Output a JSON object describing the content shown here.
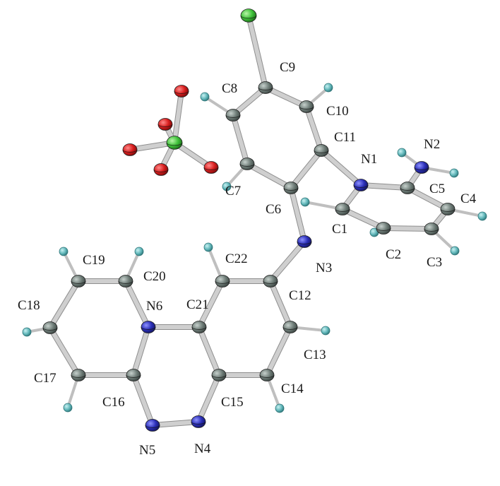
{
  "colors": {
    "carbon": "#6f7d78",
    "nitrogen": "#2b2fb8",
    "oxygen": "#d81e1e",
    "chlorine": "#3fc23a",
    "hydrogen": "#5fb5b8",
    "bond": "#cfcfcf"
  },
  "atoms": [
    {
      "id": "C1",
      "label": "C1",
      "el": "C"
    },
    {
      "id": "C2",
      "label": "C2",
      "el": "C"
    },
    {
      "id": "C3",
      "label": "C3",
      "el": "C"
    },
    {
      "id": "C4",
      "label": "C4",
      "el": "C"
    },
    {
      "id": "C5",
      "label": "C5",
      "el": "C"
    },
    {
      "id": "C6",
      "label": "C6",
      "el": "C"
    },
    {
      "id": "C7",
      "label": "C7",
      "el": "C"
    },
    {
      "id": "C8",
      "label": "C8",
      "el": "C"
    },
    {
      "id": "C9",
      "label": "C9",
      "el": "C"
    },
    {
      "id": "C10",
      "label": "C10",
      "el": "C"
    },
    {
      "id": "C11",
      "label": "C11",
      "el": "C"
    },
    {
      "id": "C12",
      "label": "C12",
      "el": "C"
    },
    {
      "id": "C13",
      "label": "C13",
      "el": "C"
    },
    {
      "id": "C14",
      "label": "C14",
      "el": "C"
    },
    {
      "id": "C15",
      "label": "C15",
      "el": "C"
    },
    {
      "id": "C16",
      "label": "C16",
      "el": "C"
    },
    {
      "id": "C17",
      "label": "C17",
      "el": "C"
    },
    {
      "id": "C18",
      "label": "C18",
      "el": "C"
    },
    {
      "id": "C19",
      "label": "C19",
      "el": "C"
    },
    {
      "id": "C20",
      "label": "C20",
      "el": "C"
    },
    {
      "id": "C21",
      "label": "C21",
      "el": "C"
    },
    {
      "id": "C22",
      "label": "C22",
      "el": "C"
    },
    {
      "id": "N1",
      "label": "N1",
      "el": "N"
    },
    {
      "id": "N2",
      "label": "N2",
      "el": "N"
    },
    {
      "id": "N3",
      "label": "N3",
      "el": "N"
    },
    {
      "id": "N4",
      "label": "N4",
      "el": "N"
    },
    {
      "id": "N5",
      "label": "N5",
      "el": "N"
    },
    {
      "id": "N6",
      "label": "N6",
      "el": "N"
    },
    {
      "id": "Cl1",
      "label": "",
      "el": "Cl"
    },
    {
      "id": "Cl2",
      "label": "",
      "el": "Cl"
    },
    {
      "id": "O1",
      "label": "",
      "el": "O"
    },
    {
      "id": "O2",
      "label": "",
      "el": "O"
    },
    {
      "id": "O3",
      "label": "",
      "el": "O"
    },
    {
      "id": "O4",
      "label": "",
      "el": "O"
    },
    {
      "id": "O5",
      "label": "",
      "el": "O"
    }
  ],
  "bonds": [
    [
      "C9",
      "Cl1"
    ],
    [
      "C9",
      "C8"
    ],
    [
      "C9",
      "C10"
    ],
    [
      "C8",
      "C7"
    ],
    [
      "C10",
      "C11"
    ],
    [
      "C11",
      "C6"
    ],
    [
      "C7",
      "C6"
    ],
    [
      "C11",
      "N1"
    ],
    [
      "C6",
      "N3"
    ],
    [
      "N1",
      "C1"
    ],
    [
      "N1",
      "C5"
    ],
    [
      "C5",
      "N2"
    ],
    [
      "C5",
      "C4"
    ],
    [
      "C4",
      "C3"
    ],
    [
      "C3",
      "C2"
    ],
    [
      "C2",
      "C1"
    ],
    [
      "N3",
      "C12"
    ],
    [
      "C12",
      "C22"
    ],
    [
      "C12",
      "C13"
    ],
    [
      "C22",
      "C21"
    ],
    [
      "C13",
      "C14"
    ],
    [
      "C14",
      "C15"
    ],
    [
      "C15",
      "C21"
    ],
    [
      "C15",
      "N4"
    ],
    [
      "N4",
      "N5"
    ],
    [
      "N5",
      "C16"
    ],
    [
      "C16",
      "C17"
    ],
    [
      "C16",
      "N6"
    ],
    [
      "N6",
      "C21"
    ],
    [
      "N6",
      "C20"
    ],
    [
      "C20",
      "C19"
    ],
    [
      "C19",
      "C18"
    ],
    [
      "C18",
      "C17"
    ],
    [
      "Cl2",
      "O1"
    ],
    [
      "Cl2",
      "O2"
    ],
    [
      "Cl2",
      "O3"
    ],
    [
      "Cl2",
      "O4"
    ],
    [
      "Cl2",
      "O5"
    ]
  ]
}
